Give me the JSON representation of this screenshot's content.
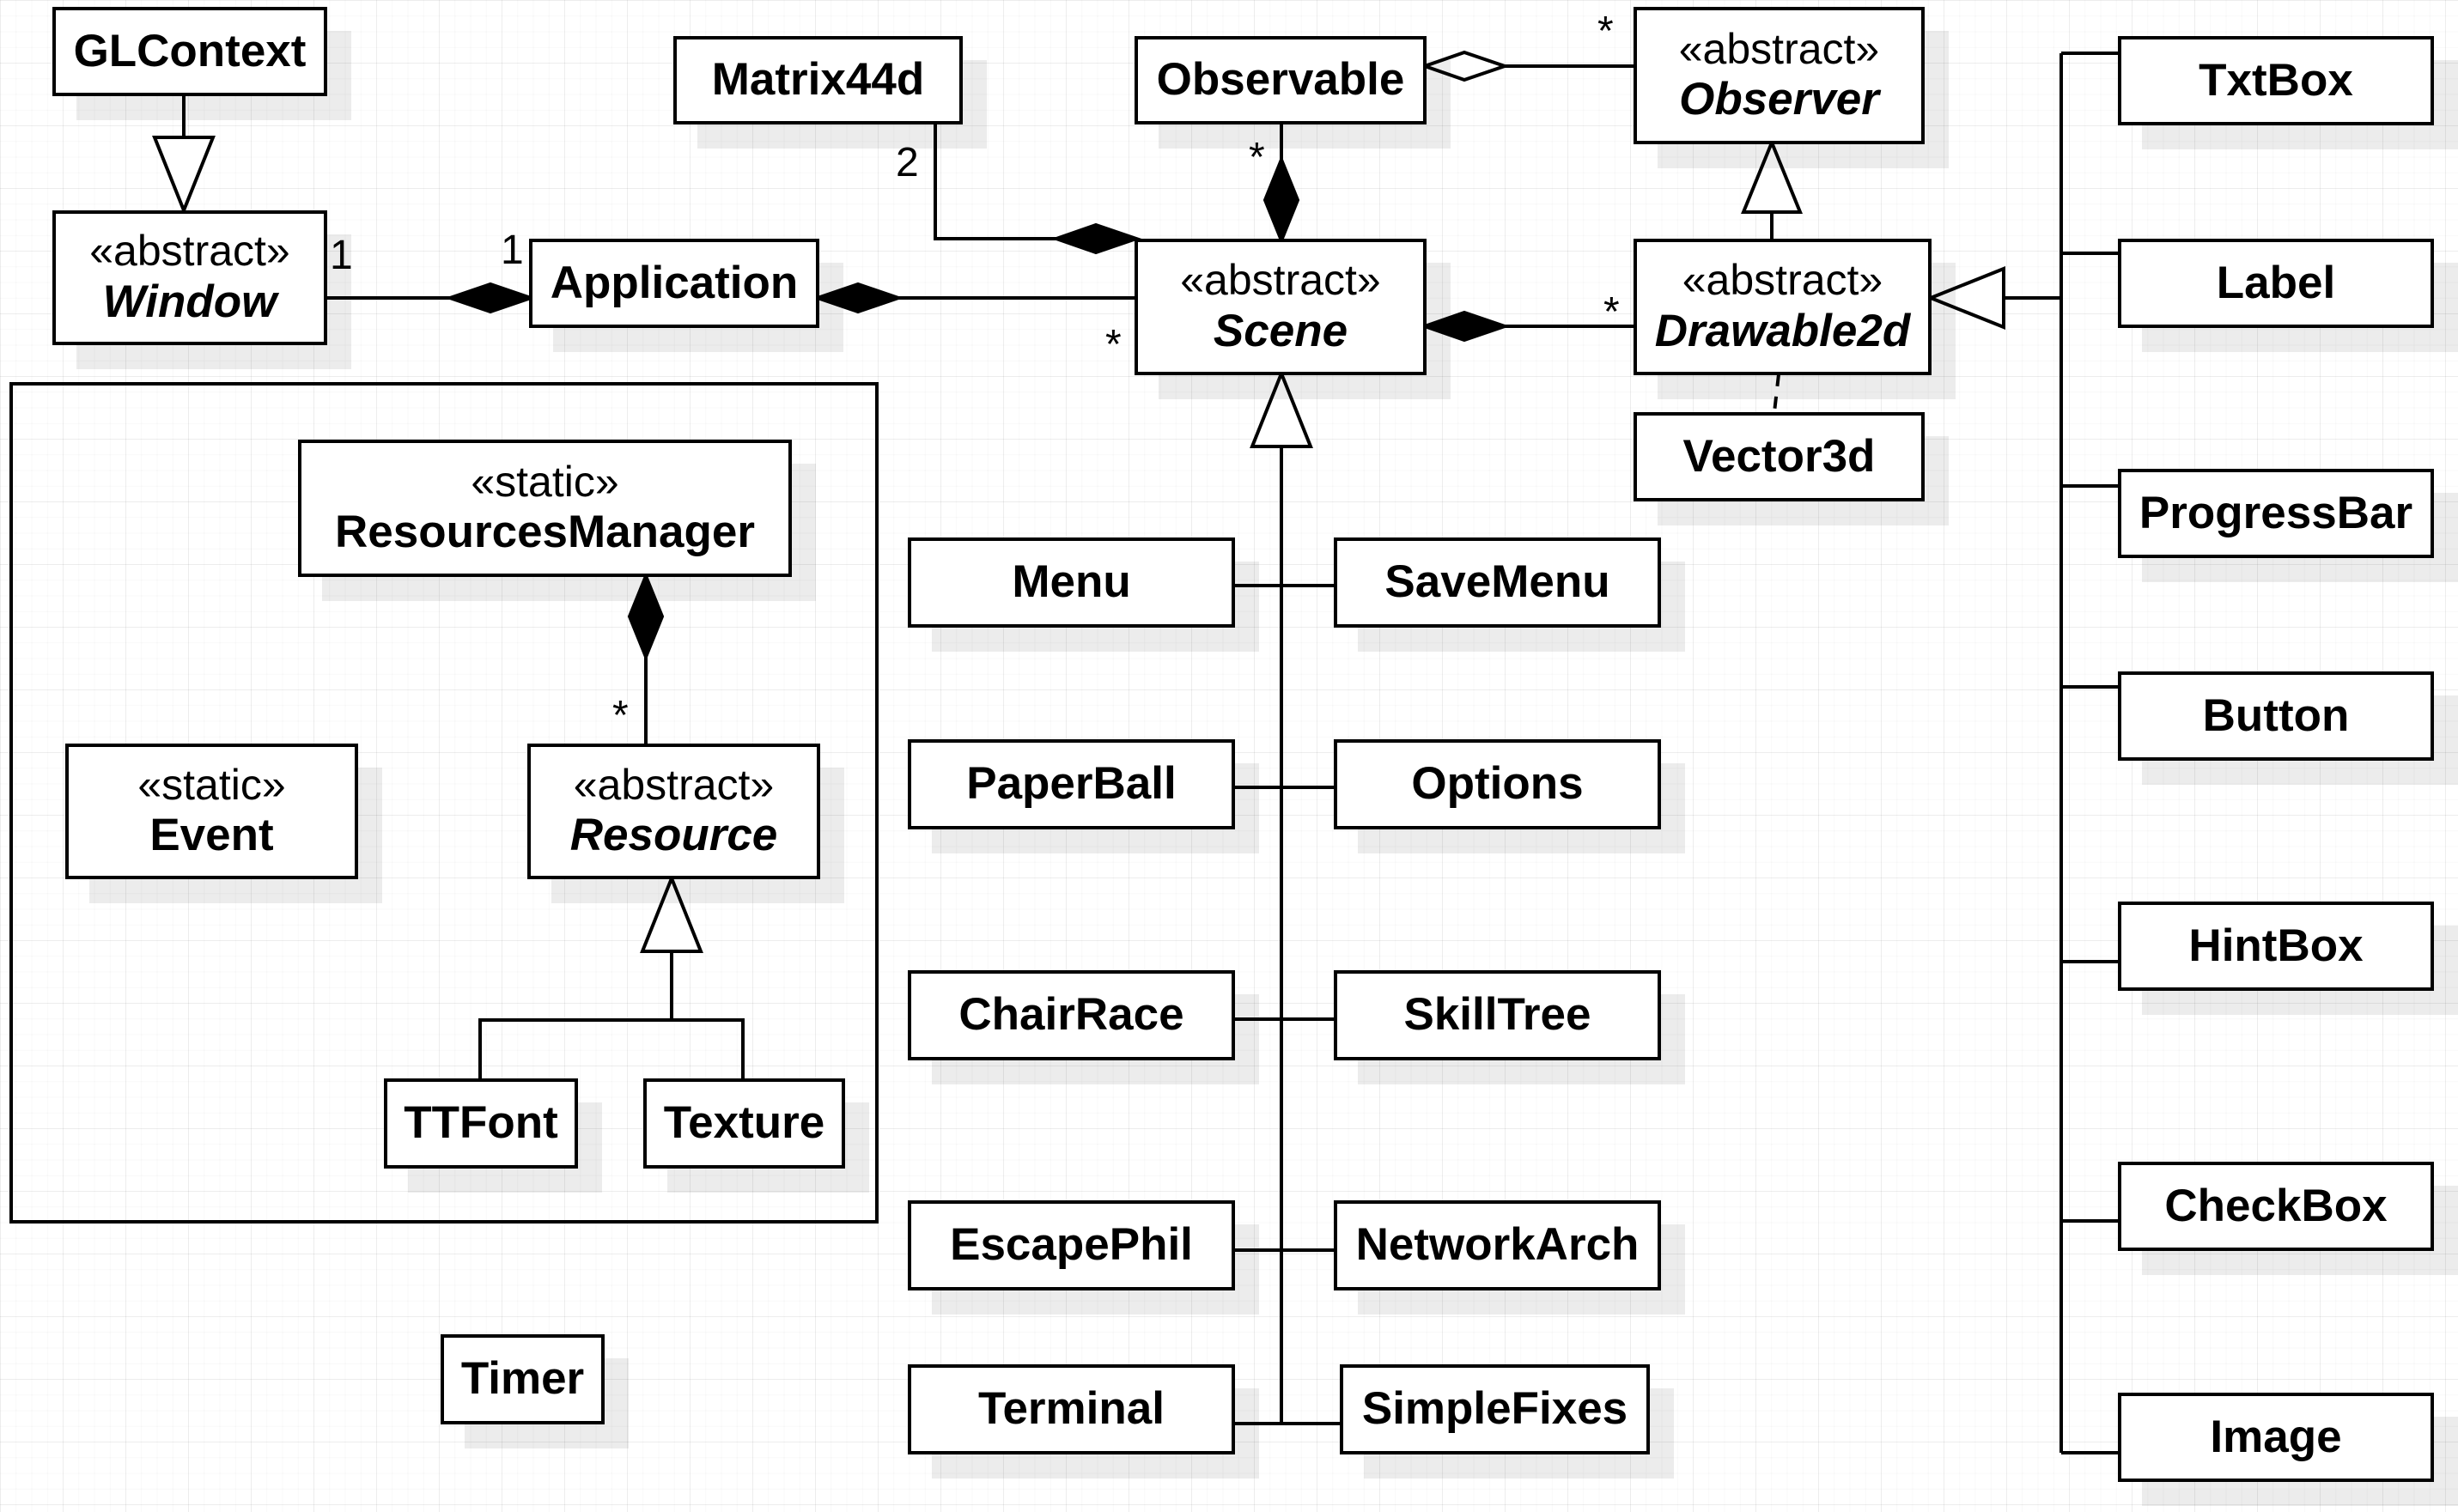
{
  "diagram": {
    "classes": {
      "glcontext": {
        "name": "GLContext"
      },
      "window": {
        "stereotype": "«abstract»",
        "name": "Window"
      },
      "matrix44d": {
        "name": "Matrix44d"
      },
      "application": {
        "name": "Application"
      },
      "observable": {
        "name": "Observable"
      },
      "scene": {
        "stereotype": "«abstract»",
        "name": "Scene"
      },
      "observer": {
        "stereotype": "«abstract»",
        "name": "Observer"
      },
      "drawable2d": {
        "stereotype": "«abstract»",
        "name": "Drawable2d"
      },
      "vector3d": {
        "name": "Vector3d"
      },
      "resourcesmanager": {
        "stereotype": "«static»",
        "name": "ResourcesManager"
      },
      "event": {
        "stereotype": "«static»",
        "name": "Event"
      },
      "resource": {
        "stereotype": "«abstract»",
        "name": "Resource"
      },
      "ttfont": {
        "name": "TTFont"
      },
      "texture": {
        "name": "Texture"
      },
      "timer": {
        "name": "Timer"
      },
      "menu": {
        "name": "Menu"
      },
      "savemenu": {
        "name": "SaveMenu"
      },
      "paperball": {
        "name": "PaperBall"
      },
      "options": {
        "name": "Options"
      },
      "chairrace": {
        "name": "ChairRace"
      },
      "skilltree": {
        "name": "SkillTree"
      },
      "escapephil": {
        "name": "EscapePhil"
      },
      "networkarch": {
        "name": "NetworkArch"
      },
      "terminal": {
        "name": "Terminal"
      },
      "simplefixes": {
        "name": "SimpleFixes"
      },
      "txtbox": {
        "name": "TxtBox"
      },
      "label": {
        "name": "Label"
      },
      "progressbar": {
        "name": "ProgressBar"
      },
      "button": {
        "name": "Button"
      },
      "hintbox": {
        "name": "HintBox"
      },
      "checkbox": {
        "name": "CheckBox"
      },
      "image": {
        "name": "Image"
      }
    },
    "multiplicities": {
      "window_app_window": "1",
      "window_app_application": "1",
      "matrix_scene": "2",
      "observable_scene": "*",
      "app_scene": "*",
      "observable_observer": "*",
      "scene_drawable": "*",
      "manager_resource": "*"
    }
  }
}
